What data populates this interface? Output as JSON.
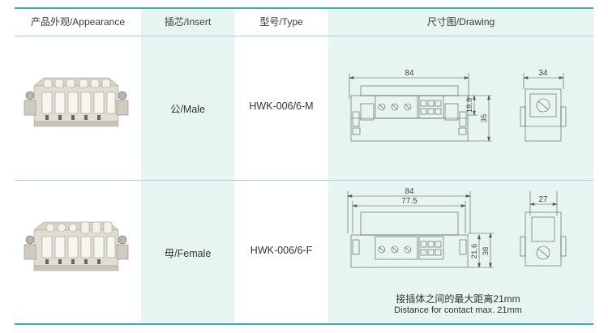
{
  "header": {
    "appearance": "产品外观/Appearance",
    "insert": "插芯/Insert",
    "type": "型号/Type",
    "drawing": "尺寸图/Drawing"
  },
  "rows": [
    {
      "insert": "公/Male",
      "type": "HWK-006/6-M",
      "front_view": {
        "width_dim": "84",
        "height_inner": "18.8",
        "height_outer": "35"
      },
      "side_view": {
        "width_dim": "34"
      }
    },
    {
      "insert": "母/Female",
      "type": "HWK-006/6-F",
      "front_view": {
        "width_outer": "84",
        "width_inner": "77.5",
        "height_inner": "21.6",
        "height_outer": "38"
      },
      "side_view": {
        "width_dim": "27"
      },
      "note_cn": "接插体之间的最大距离21mm",
      "note_en": "Distance for contact max. 21mm"
    }
  ]
}
